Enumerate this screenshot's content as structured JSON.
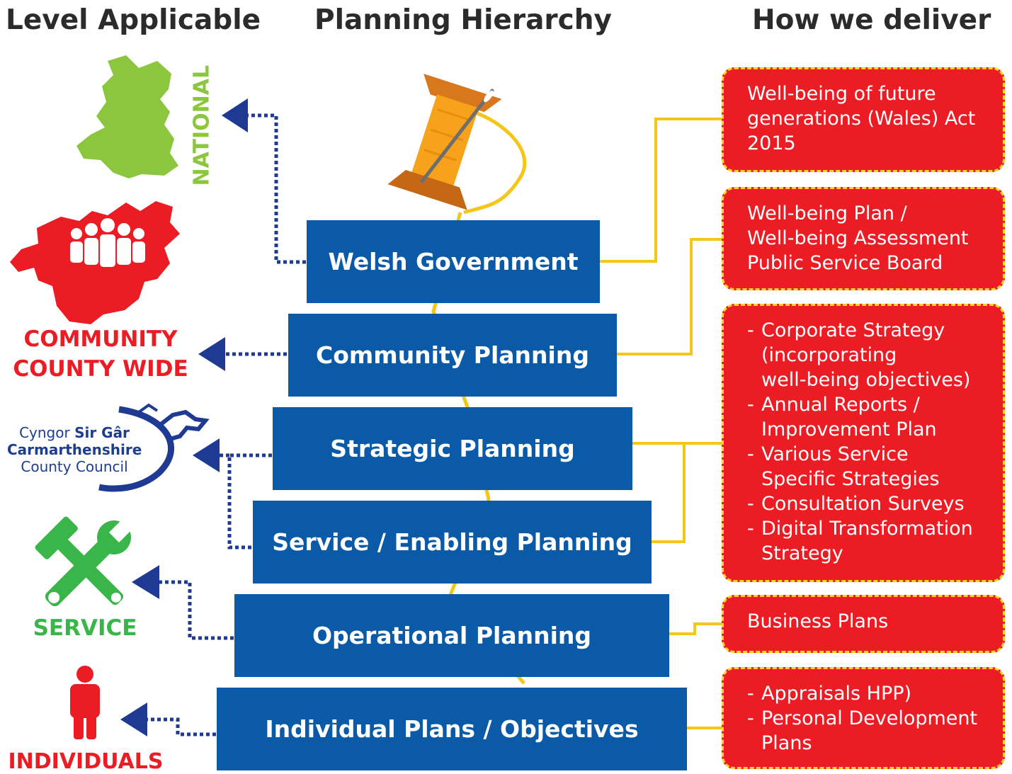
{
  "headings": {
    "level": "Level Applicable",
    "hierarchy": "Planning Hierarchy",
    "deliver": "How we deliver"
  },
  "tiers": [
    "Welsh Government",
    "Community Planning",
    "Strategic Planning",
    "Service / Enabling Planning",
    "Operational Planning",
    "Individual Plans / Objectives"
  ],
  "levels": {
    "national": "NATIONAL",
    "community_line1": "COMMUNITY",
    "community_line2": "COUNTY WIDE",
    "service": "SERVICE",
    "individuals": "INDIVIDUALS",
    "council_line1_a": "Cyngor ",
    "council_line1_b": "Sir Gâr",
    "council_line2": "Carmarthenshire",
    "council_line3": "County Council"
  },
  "deliver": {
    "box1": [
      "Well-being of future",
      "generations (Wales) Act",
      "2015"
    ],
    "box2": [
      "Well-being Plan /",
      "Well-being Assessment",
      "Public Service Board"
    ],
    "box3": [
      [
        "Corporate Strategy",
        "(incorporating",
        "well-being objectives)"
      ],
      [
        "Annual Reports /",
        "Improvement Plan"
      ],
      [
        "Various Service",
        "Specific Strategies"
      ],
      [
        "Consultation Surveys"
      ],
      [
        "Digital Transformation",
        "Strategy"
      ]
    ],
    "box4": [
      "Business Plans"
    ],
    "box5": [
      [
        "Appraisals HPP)"
      ],
      [
        "Personal Development",
        "Plans"
      ]
    ]
  },
  "colors": {
    "tier_blue": "#0a5aa8",
    "arrow_navy": "#1f3a93",
    "connector_yellow": "#f5c518",
    "box_red": "#ec1c24",
    "box_border": "#ffd321",
    "national_green": "#8cc63f",
    "service_green": "#39b54a",
    "community_red": "#ec1c24"
  },
  "icons": [
    "wales-map-icon",
    "community-map-icon",
    "dragon-logo-icon",
    "tools-icon",
    "person-icon",
    "spool-needle-icon"
  ]
}
